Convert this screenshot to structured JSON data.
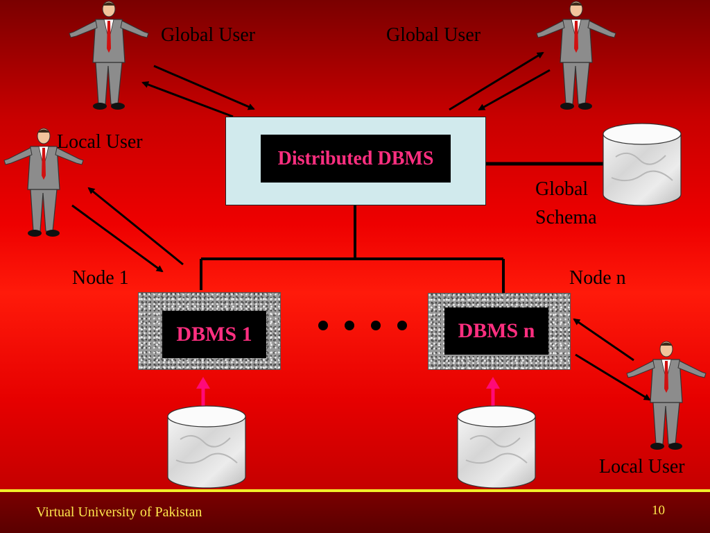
{
  "center": {
    "title": "Distributed DBMS"
  },
  "schema": {
    "line1": "Global",
    "line2": "Schema"
  },
  "nodes": [
    {
      "label": "Node 1",
      "dbms": "DBMS 1"
    },
    {
      "label": "Node n",
      "dbms": "DBMS n"
    }
  ],
  "users": {
    "global_left": "Global User",
    "global_right": "Global User",
    "local_left": "Local User",
    "local_right": "Local User"
  },
  "footer": {
    "org": "Virtual University of Pakistan",
    "page": "10"
  },
  "colors": {
    "dbms_text": "#ff2f80",
    "footer_text": "#ffe84d",
    "footer_rule": "#f2ee2a",
    "center_box": "#d1eaed"
  }
}
